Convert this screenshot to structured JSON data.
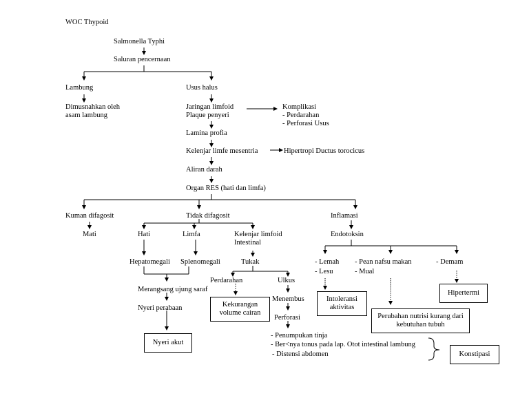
{
  "title": "WOC Thypoid",
  "nodes": {
    "salmonella": "Salmonella Typhi",
    "saluran": "Saluran pencernaan",
    "lambung": "Lambung",
    "dimusnahkan_1": "Dimusnahkan oleh",
    "dimusnahkan_2": "asam lambung",
    "usus_halus": "Usus halus",
    "jaringan_1": "Jaringan limfoid",
    "jaringan_2": "Plaque penyeri",
    "komplikasi": "Komplikasi",
    "komplikasi_1": "- Perdarahan",
    "komplikasi_2": "- Perforasi Usus",
    "lamina": "Lamina profia",
    "kelenjar_mesentria": "Kelenjar limfe mesentria",
    "hipertropi": "Hipertropi Ductus torocicus",
    "aliran": "Aliran darah",
    "organ_res": "Organ RES (hati dan limfa)",
    "kuman": "Kuman difagosit",
    "mati": "Mati",
    "tidak_difagosit": "Tidak difagosit",
    "hati": "Hati",
    "limfa": "Limfa",
    "kelenjar_limfoid_1": "Kelenjar limfoid",
    "kelenjar_limfoid_2": "Intestinal",
    "hepatomegali": "Hepatomegali",
    "splenomegali": "Splenomegali",
    "tukak": "Tukak",
    "merangsang": "Merangsang ujung saraf",
    "nyeri_perabaan": "Nyeri perabaan",
    "perdarahan": "Perdarahan",
    "ulkus": "Ulkus",
    "menembus": "Menembus",
    "perforasi": "Perforasi",
    "penumpukan_1": "- Penumpukan tinja",
    "penumpukan_2": "- Ber<nya tonus pada lap. Otot intestinal lambung",
    "penumpukan_3": "- Distensi abdomen",
    "inflamasi": "Inflamasi",
    "endotoksin": "Endotoksin",
    "lemah": "- Lemah",
    "lesu": "- Lesu",
    "nafsu": "- Pe­an nafsu makan",
    "mual": "- Mual",
    "demam": "- Demam"
  },
  "boxes": {
    "nyeri_akut": "Nyeri akut",
    "kekurangan_1": "Kekurangan",
    "kekurangan_2": "volume cairan",
    "intoleransi_1": "Intoleransi",
    "intoleransi_2": "aktivitas",
    "perubahan_1": "Perubahan nutrisi kurang dari",
    "perubahan_2": "kebutuhan tubuh",
    "hipertermi": "Hipertermi",
    "konstipasi": "Konstipasi"
  }
}
